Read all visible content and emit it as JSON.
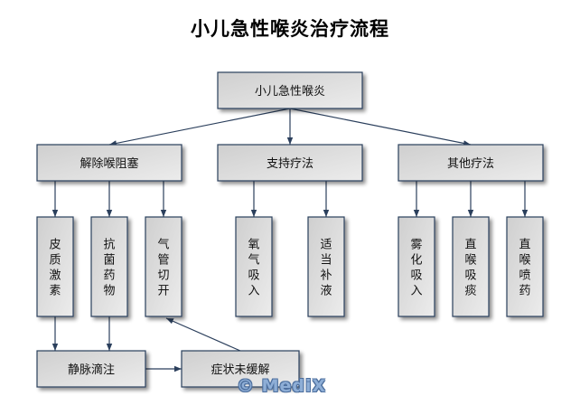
{
  "title": "小儿急性喉炎治疗流程",
  "watermark": "© MediX",
  "colors": {
    "box_fill_start": "#cfcfcf",
    "box_fill_end": "#ececec",
    "box_border": "#2b3f5c",
    "connector": "#2b3f5c"
  },
  "nodes": [
    {
      "id": "root",
      "label": "小儿急性喉炎",
      "orientation": "horizontal"
    },
    {
      "id": "relieve",
      "label": "解除喉阻塞",
      "orientation": "horizontal"
    },
    {
      "id": "support",
      "label": "支持疗法",
      "orientation": "horizontal"
    },
    {
      "id": "other",
      "label": "其他疗法",
      "orientation": "horizontal"
    },
    {
      "id": "steroid",
      "label": "皮质激素",
      "orientation": "vertical"
    },
    {
      "id": "antibiotic",
      "label": "抗菌药物",
      "orientation": "vertical"
    },
    {
      "id": "tracheotomy",
      "label": "气管切开",
      "orientation": "vertical"
    },
    {
      "id": "oxygen",
      "label": "氧气吸入",
      "orientation": "vertical"
    },
    {
      "id": "fluids",
      "label": "适当补液",
      "orientation": "vertical"
    },
    {
      "id": "nebulize",
      "label": "雾化吸入",
      "orientation": "vertical"
    },
    {
      "id": "suction",
      "label": "直喉吸痰",
      "orientation": "vertical"
    },
    {
      "id": "spray",
      "label": "直喉喷药",
      "orientation": "vertical"
    },
    {
      "id": "iv",
      "label": "静脉滴注",
      "orientation": "horizontal"
    },
    {
      "id": "unrelieved",
      "label": "症状未缓解",
      "orientation": "horizontal"
    }
  ],
  "edges": [
    {
      "from": "root",
      "to": "relieve"
    },
    {
      "from": "root",
      "to": "support"
    },
    {
      "from": "root",
      "to": "other"
    },
    {
      "from": "relieve",
      "to": "steroid"
    },
    {
      "from": "relieve",
      "to": "antibiotic"
    },
    {
      "from": "relieve",
      "to": "tracheotomy"
    },
    {
      "from": "support",
      "to": "oxygen"
    },
    {
      "from": "support",
      "to": "fluids"
    },
    {
      "from": "other",
      "to": "nebulize"
    },
    {
      "from": "other",
      "to": "suction"
    },
    {
      "from": "other",
      "to": "spray"
    },
    {
      "from": "steroid",
      "to": "iv"
    },
    {
      "from": "antibiotic",
      "to": "iv"
    },
    {
      "from": "iv",
      "to": "unrelieved"
    },
    {
      "from": "unrelieved",
      "to": "tracheotomy"
    }
  ]
}
